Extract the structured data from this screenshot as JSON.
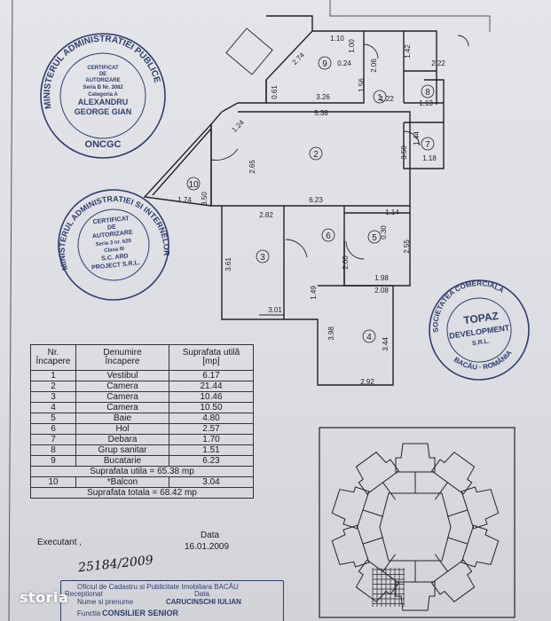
{
  "plan": {
    "dims": [
      "1.10",
      "2.74",
      "0.24",
      "1.00",
      "2.06",
      "1.42",
      "2.22",
      "1.56",
      "0.61",
      "3.26",
      "1.22",
      "1.13",
      "5.38",
      "1.24",
      "1.44",
      "1.18",
      "2.65",
      "3.50",
      "1.74",
      "3.50",
      "6.23",
      "1.14",
      "2.82",
      "0.30",
      "2.55",
      "2.00",
      "3.61",
      "1.49",
      "1.98",
      "2.08",
      "3.01",
      "3.98",
      "3.44",
      "2.92"
    ],
    "rooms": [
      "1",
      "2",
      "3",
      "4",
      "5",
      "6",
      "7",
      "8",
      "9",
      "10"
    ]
  },
  "stamp_left": {
    "ring": "MINISTERUL ADMINISTRATIEI PUBLICE",
    "lines": [
      "CERTIFICAT",
      "DE",
      "AUTORIZARE",
      "Seria B Nr. 3082",
      "Categoria A",
      "ALEXANDRU",
      "GEORGE GIAN"
    ],
    "bottom": "ONCGC"
  },
  "stamp_mid": {
    "ring": "MINISTERUL ADMINISTRATIEI SI INTERNELOR",
    "lines": [
      "CERTIFICAT",
      "DE",
      "AUTORIZARE",
      "Seria 3 nr. 629",
      "Clasa III",
      "S.C. ARD",
      "PROJECT S.R.L."
    ]
  },
  "stamp_right": {
    "ring_top": "SOCIETATEA COMERCIALA",
    "name1": "TOPAZ",
    "name2": "DEVELOPMENT",
    "srl": "S.R.L.",
    "ring_bottom": "BACĂU · ROMÂNIA"
  },
  "table": {
    "headers": [
      "Nr.\nÎncapere",
      "Denumire\nÎncapere",
      "Suprafata utilă\n[mp]"
    ],
    "rows": [
      {
        "nr": "1",
        "name": "Vestibul",
        "area": "6.17"
      },
      {
        "nr": "2",
        "name": "Camera",
        "area": "21.44"
      },
      {
        "nr": "3",
        "name": "Camera",
        "area": "10.46"
      },
      {
        "nr": "4",
        "name": "Camera",
        "area": "10.50"
      },
      {
        "nr": "5",
        "name": "Baie",
        "area": "4.80"
      },
      {
        "nr": "6",
        "name": "Hol",
        "area": "2.57"
      },
      {
        "nr": "7",
        "name": "Debara",
        "area": "1.70"
      },
      {
        "nr": "8",
        "name": "Grup sanitar",
        "area": "1.51"
      },
      {
        "nr": "9",
        "name": "Bucatarie",
        "area": "6.23"
      }
    ],
    "useful_total": "Suprafata utila = 65.38 mp",
    "balcony": {
      "nr": "10",
      "name": "*Balcon",
      "area": "3.04"
    },
    "grand_total": "Suprafata totala = 68.42 mp"
  },
  "footer": {
    "executant": "Executant ,",
    "data_label": "Data",
    "data_value": "16.01.2009",
    "handwritten": "25184/2009"
  },
  "bottom_stamp": {
    "line1": "Oficiul de Cadastru si Publicitate Imobiliara BACĂU",
    "line2": "Nume si prenume",
    "line3": "CARUCINSCHI IULIAN",
    "line4": "Functia",
    "line5": "CONSILIER SENIOR",
    "receptionat": "Receptionat",
    "data_label": "Data"
  },
  "watermark": "storia",
  "colors": {
    "ink": "#1f1f1f",
    "stamp": "#2d3d6c",
    "paper": "#e1e2e6"
  }
}
